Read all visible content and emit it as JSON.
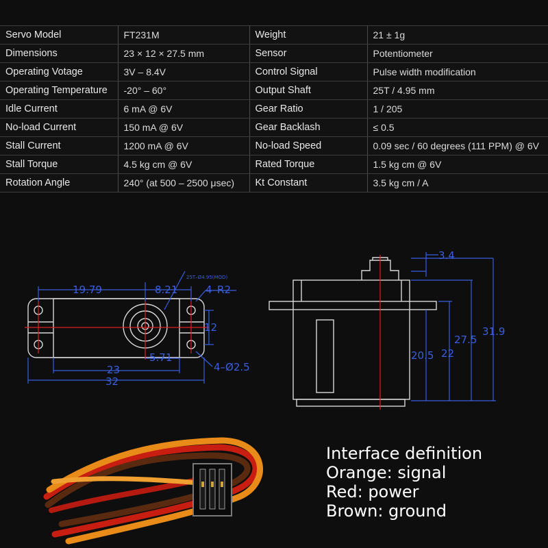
{
  "specs": [
    {
      "label": "Servo Model",
      "value": "FT231M",
      "label2": "Weight",
      "value2": "21 ± 1g"
    },
    {
      "label": "Dimensions",
      "value": "23 × 12 × 27.5 mm",
      "label2": "Sensor",
      "value2": "Potentiometer"
    },
    {
      "label": "Operating Votage",
      "value": "3V – 8.4V",
      "label2": "Control Signal",
      "value2": "Pulse width modification"
    },
    {
      "label": "Operating Temperature",
      "value": "-20° – 60°",
      "label2": "Output Shaft",
      "value2": "25T / 4.95 mm"
    },
    {
      "label": "Idle Current",
      "value": "6 mA @ 6V",
      "label2": "Gear Ratio",
      "value2": "1 / 205"
    },
    {
      "label": "No-load Current",
      "value": "150 mA @ 6V",
      "label2": "Gear Backlash",
      "value2": "≤ 0.5"
    },
    {
      "label": "Stall Current",
      "value": "1200 mA @ 6V",
      "label2": "No-load Speed",
      "value2": "0.09 sec / 60 degrees (111 PPM) @ 6V"
    },
    {
      "label": "Stall Torque",
      "value": "4.5 kg cm @ 6V",
      "label2": "Rated Torque",
      "value2": "1.5 kg cm @ 6V"
    },
    {
      "label": "Rotation Angle",
      "value": "240° (at 500 – 2500 μsec)",
      "label2": "Kt Constant",
      "value2": "3.5 kg cm / A"
    }
  ],
  "drawing": {
    "top_view": {
      "d1": "19.79",
      "d2": "8.21",
      "d3": "4–R2",
      "d4": "12",
      "d5": "5.71",
      "d6": "23",
      "d7": "32",
      "d8": "4–Ø2.5",
      "small_note": "25T–Ø4.95(MOD)"
    },
    "side_view": {
      "d1": "3.4",
      "d2": "20.5",
      "d3": "22",
      "d4": "27.5",
      "d5": "31.9"
    }
  },
  "interface": {
    "title": "Interface definition",
    "orange": "Orange: signal",
    "red": "Red: power",
    "brown": "Brown: ground"
  },
  "colors": {
    "background": "#0e0e0e",
    "dimension": "#3a5fe0",
    "centerline": "#e02020",
    "outline": "#d8d8d8"
  }
}
